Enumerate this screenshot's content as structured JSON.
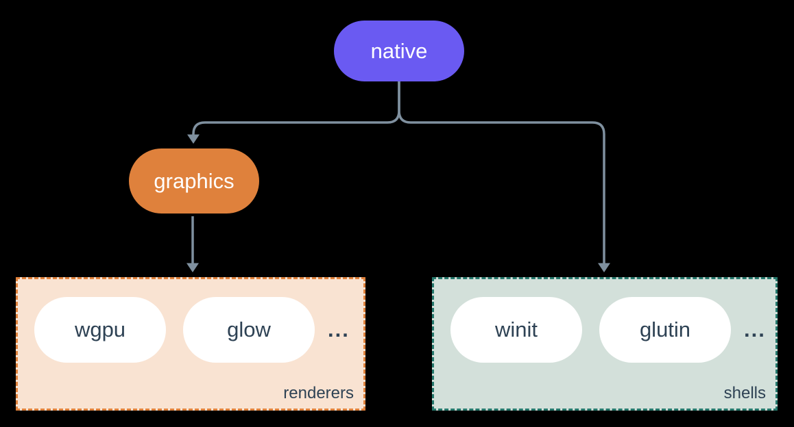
{
  "diagram": {
    "nodes": {
      "native": {
        "label": "native",
        "color": "#6a5af2",
        "text_color": "#ffffff"
      },
      "graphics": {
        "label": "graphics",
        "color": "#df813c",
        "text_color": "#ffffff"
      }
    },
    "groups": [
      {
        "label": "renderers",
        "items": [
          {
            "label": "wgpu"
          },
          {
            "label": "glow"
          }
        ],
        "ellipsis": "...",
        "fill_color": "#f9e3d2",
        "border_color": "#e0823c"
      },
      {
        "label": "shells",
        "items": [
          {
            "label": "winit"
          },
          {
            "label": "glutin"
          }
        ],
        "ellipsis": "...",
        "fill_color": "#d3e0da",
        "border_color": "#26796d"
      }
    ],
    "edges": [
      {
        "from": "native",
        "to": "graphics"
      },
      {
        "from": "native",
        "to": "shells"
      },
      {
        "from": "graphics",
        "to": "renderers"
      }
    ],
    "colors": {
      "background": "#000000",
      "connector": "#7f909f",
      "item_pill_fill": "#ffffff",
      "item_text": "#2e4254",
      "group_label_text": "#2e4254"
    }
  }
}
